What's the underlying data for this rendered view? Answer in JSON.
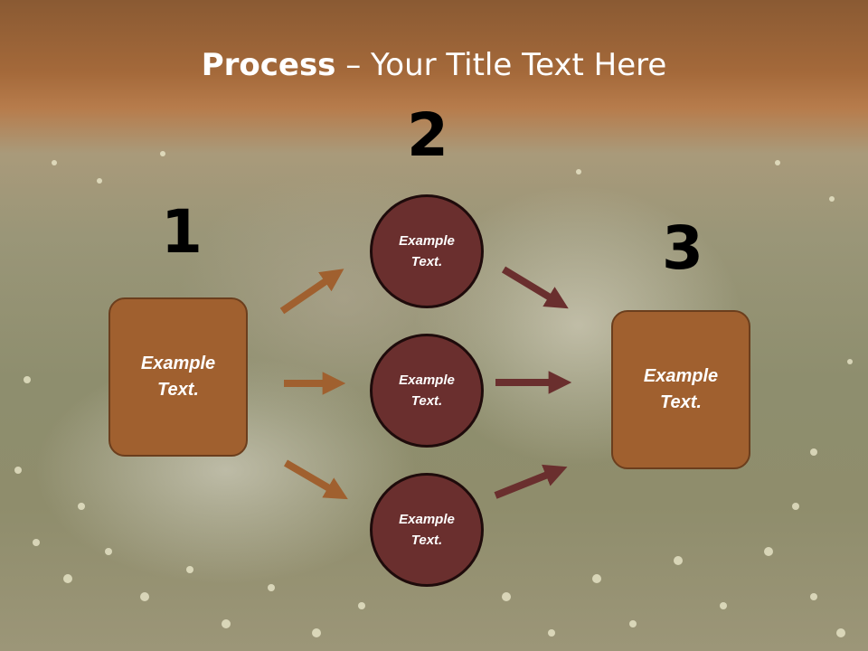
{
  "slide": {
    "title_bold": "Process",
    "title_rest": " – Your Title Text Here"
  },
  "steps": [
    {
      "number": "1"
    },
    {
      "number": "2"
    },
    {
      "number": "3"
    }
  ],
  "left_box": {
    "line1": "Example",
    "line2": "Text."
  },
  "circles": [
    {
      "line1": "Example",
      "line2": "Text."
    },
    {
      "line1": "Example",
      "line2": "Text."
    },
    {
      "line1": "Example",
      "line2": "Text."
    }
  ],
  "right_box": {
    "line1": "Example",
    "line2": "Text."
  },
  "colors": {
    "box_fill": "#a0602f",
    "circle_fill": "#6a2f2e",
    "left_arrows": "#a0602f",
    "right_arrows": "#6a2f2e",
    "title_band": "#a4693a"
  }
}
